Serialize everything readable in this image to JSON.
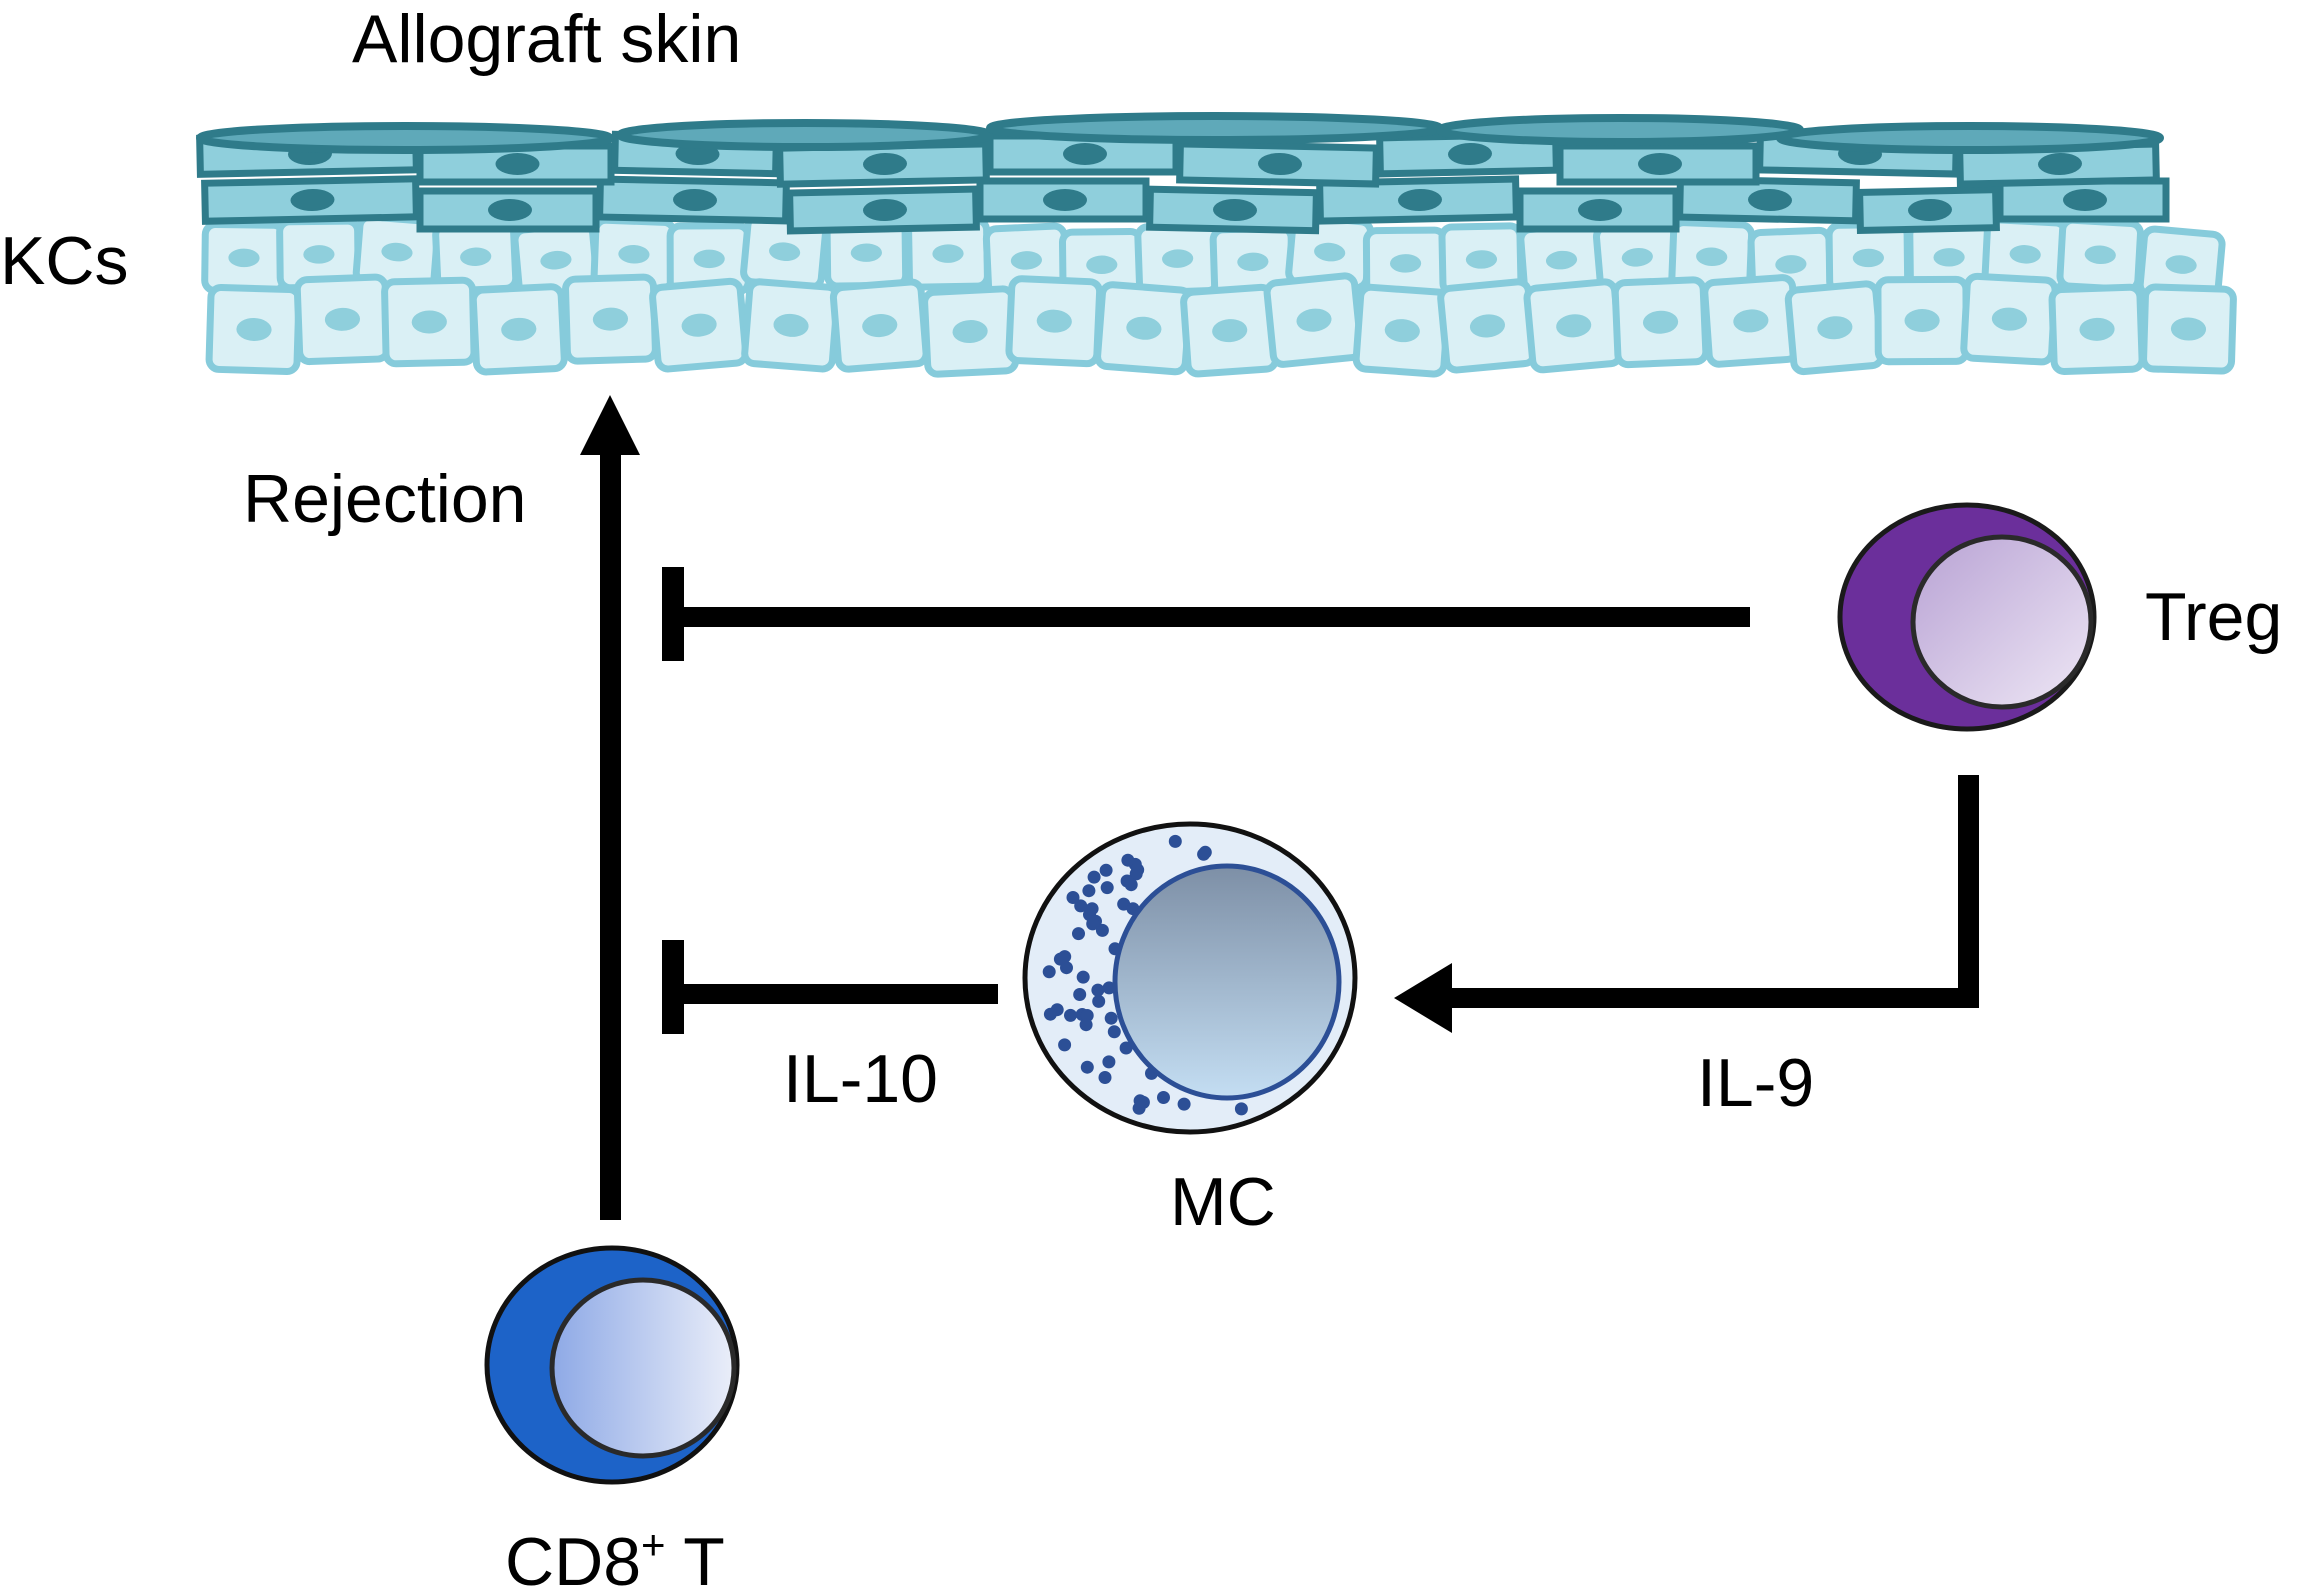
{
  "labels": {
    "skin": "Allograft skin",
    "kcs": "KCs",
    "rejection": "Rejection",
    "treg": "Treg",
    "il9": "IL-9",
    "mc": "MC",
    "il10": "IL-10",
    "cd8_main": "CD8",
    "cd8_sup": "+",
    "cd8_suffix": " T"
  },
  "colors": {
    "outer_layer_dark": "#2f7b8a",
    "outer_layer_fill": "#8fcfdc",
    "inner_layer_fill": "#daf0f5",
    "inner_layer_stroke": "#86cbdb",
    "inner_nucleus": "#8fcfdc",
    "treg_outer": "#6b2f9b",
    "treg_inner_light": "#e6dcef",
    "treg_inner_mid": "#b8a2d4",
    "mc_outer_fill": "#e3edf8",
    "mc_granule": "#2c4f96",
    "mc_nucleus_top": "#7d8fa6",
    "mc_nucleus_bottom": "#bcd8f0",
    "cd8_outer": "#1d63c8",
    "cd8_inner_light": "#e7ecf8",
    "cd8_inner_mid": "#8ea9e6",
    "arrows": "#000000"
  }
}
